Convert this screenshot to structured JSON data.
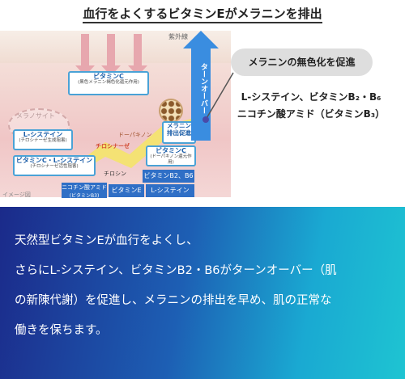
{
  "title": "血行をよくするビタミンEがメラニンを排出",
  "diagram": {
    "uv_label": "紫外線",
    "vitc_top": {
      "label": "ビタミンC",
      "sub": "(黒色メラニン褐色化還元作用)"
    },
    "melanocyte": "メラノサイト",
    "lcys": {
      "label": "L-システイン",
      "sub": "(チロシナーゼ生成阻害)"
    },
    "vitc_lcys": {
      "label": "ビタミンC・L-システイン",
      "sub": "(チロシナーゼ活性阻害)"
    },
    "tyrosinase": "チロシナーゼ",
    "tyrosine": "チロシン",
    "dopaquinone": "ドーパキノン",
    "vitc_right": {
      "label": "ビタミンC",
      "sub": "(ドーパキノン還元作用)"
    },
    "melanin_out": "メラニン\n排出促進",
    "turnover": "ターンオーバー",
    "vit_b2b6": "ビタミンB2、B6",
    "niacinamide": "ニコチン酸アミド",
    "niacinamide_sub": "(ビタミンB3)",
    "vite": "ビタミンE",
    "lcys_bottom": "L-システイン",
    "image_note": "イメージ図"
  },
  "callout": "メラニンの無色化を促進",
  "right_line1": "L-システイン、ビタミンB₂・B₆",
  "right_line2": "ニコチン酸アミド（ビタミンB₃）",
  "banner": {
    "lines": [
      "天然型ビタミンEが血行をよくし、",
      "さらにL-システイン、ビタミンB2・B6がターンオーバー（肌",
      "の新陳代謝）を促進し、メラニンの排出を早め、肌の正常な",
      "働きを保ちます。"
    ]
  },
  "colors": {
    "accent": "#2f6fc6",
    "banner_start": "#1b2a8a",
    "banner_end": "#1ec4d2"
  }
}
